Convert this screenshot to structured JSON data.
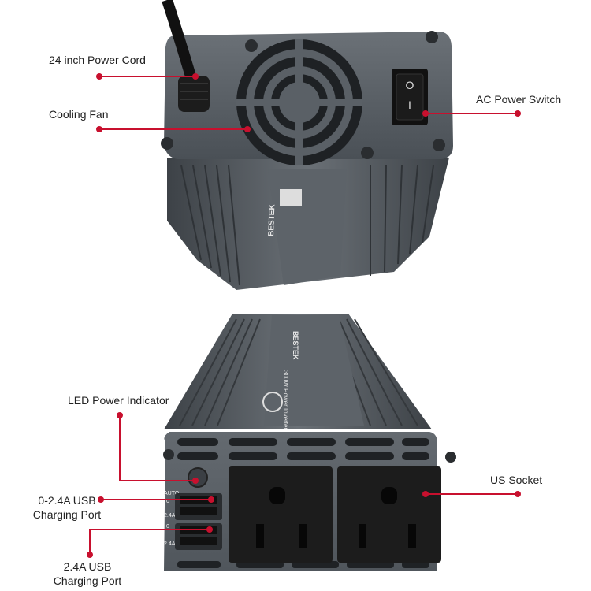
{
  "callouts": {
    "power_cord": "24 inch Power Cord",
    "cooling_fan": "Cooling Fan",
    "ac_switch": "AC Power Switch",
    "led_indicator": "LED Power Indicator",
    "usb_auto_line1": "0-2.4A USB",
    "usb_auto_line2": "Charging Port",
    "us_socket": "US Socket",
    "usb_24_line1": "2.4A USB",
    "usb_24_line2": "Charging Port"
  },
  "device_markings": {
    "brand": "BESTEK",
    "top_panel": "300W Power Inverter",
    "usb_auto": "AUTO",
    "usb_auto_range": "0",
    "usb_auto_max": "2.4A",
    "usb_fixed_min": "0",
    "usb_fixed": "2.4A",
    "switch_on": "O",
    "switch_off": "I"
  },
  "colors": {
    "accent": "#c8102e",
    "body": "#5a6066",
    "body_dark": "#3a3f44",
    "socket": "#1c1c1c"
  }
}
